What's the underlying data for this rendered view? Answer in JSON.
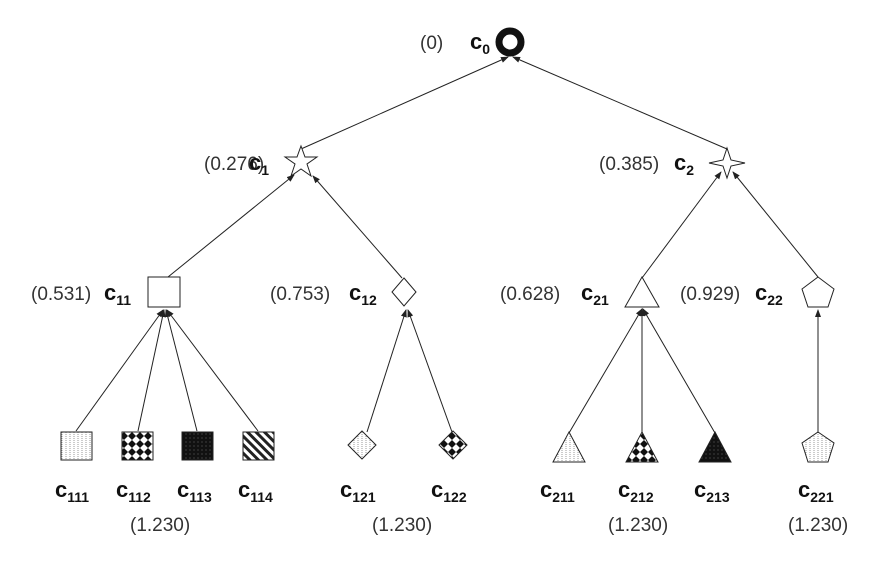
{
  "root": {
    "label": "c",
    "sub": "0",
    "value": "(0)"
  },
  "level1": [
    {
      "label": "c",
      "sub": "1",
      "value": "(0.276)"
    },
    {
      "label": "c",
      "sub": "2",
      "value": "(0.385)"
    }
  ],
  "level2": [
    {
      "label": "c",
      "sub": "11",
      "value": "(0.531)"
    },
    {
      "label": "c",
      "sub": "12",
      "value": "(0.753)"
    },
    {
      "label": "c",
      "sub": "21",
      "value": "(0.628)"
    },
    {
      "label": "c",
      "sub": "22",
      "value": "(0.929)"
    }
  ],
  "leaves": [
    {
      "label": "c",
      "sub": "111"
    },
    {
      "label": "c",
      "sub": "112"
    },
    {
      "label": "c",
      "sub": "113"
    },
    {
      "label": "c",
      "sub": "114"
    },
    {
      "label": "c",
      "sub": "121"
    },
    {
      "label": "c",
      "sub": "122"
    },
    {
      "label": "c",
      "sub": "211"
    },
    {
      "label": "c",
      "sub": "212"
    },
    {
      "label": "c",
      "sub": "213"
    },
    {
      "label": "c",
      "sub": "221"
    }
  ],
  "leaf_values": [
    "(1.230)",
    "(1.230)",
    "(1.230)",
    "(1.230)"
  ],
  "shapes": {
    "root": "ring",
    "c1": "star",
    "c2": "four-point-star",
    "c11": "square",
    "c12": "diamond",
    "c21": "triangle",
    "c22": "pentagon"
  },
  "patterns": [
    "dotted",
    "checker",
    "solid-dots",
    "diagonal-stripes"
  ]
}
